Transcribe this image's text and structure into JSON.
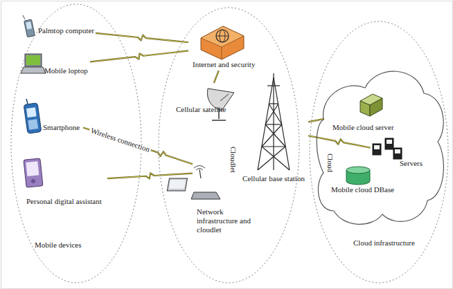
{
  "diagram": {
    "nodes": [
      {
        "text": [
          "Mobile devices"
        ]
      },
      {
        "text": [
          "Palmtop computer"
        ],
        "in": 0
      },
      {
        "text": [
          "Mobile loptop"
        ],
        "in": 0
      },
      {
        "text": [
          "Smartphone"
        ],
        "in": 0
      },
      {
        "text": [
          "Personal digital assistant"
        ],
        "in": 0
      },
      {
        "text": [
          "Network infrastructure and cloudlet"
        ]
      },
      {
        "text": [
          "Internet and security"
        ],
        "in": 5
      },
      {
        "text": [
          "Cellular satellite"
        ],
        "in": 5
      },
      {
        "text": [
          "Cellular base station"
        ],
        "in": 5
      },
      {
        "text": [
          "Cloudlet"
        ],
        "in": 5
      },
      {
        "text": [
          "Cloud infrastructure"
        ]
      },
      {
        "text": [
          "Cloud"
        ],
        "in": 10
      },
      {
        "text": [
          "Mobile cloud server"
        ],
        "in": 11
      },
      {
        "text": [
          "Servers"
        ],
        "in": 11
      },
      {
        "text": [
          "Mobile cloud DBase"
        ],
        "in": 11
      }
    ],
    "edges": [
      {
        "from": 1,
        "to": 6,
        "arrow": "none"
      },
      {
        "from": 2,
        "to": 6,
        "arrow": "none"
      },
      {
        "from": 3,
        "to": 9,
        "label": "Wireless connection",
        "arrow": "none"
      },
      {
        "from": 4,
        "to": 9,
        "arrow": "none"
      },
      {
        "from": 6,
        "to": 7,
        "arrow": "none"
      },
      {
        "from": 8,
        "to": 12,
        "arrow": "none"
      },
      {
        "from": 8,
        "to": 13,
        "arrow": "none"
      }
    ]
  }
}
